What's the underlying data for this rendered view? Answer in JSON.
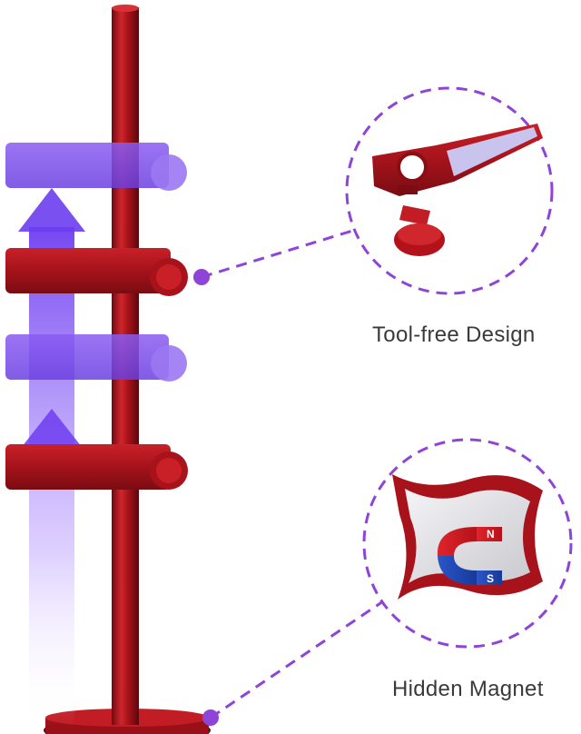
{
  "features": [
    {
      "label": "Tool-free Design",
      "icon": "clamp-and-thumbscrew-icon"
    },
    {
      "label": "Hidden Magnet",
      "icon": "horseshoe-magnet-icon",
      "magnet_poles": [
        "N",
        "S"
      ]
    }
  ],
  "colors": {
    "anodized_red": "#b8141c",
    "purple_accent": "#8b5cf6",
    "dashed_line": "#8e44d6"
  }
}
